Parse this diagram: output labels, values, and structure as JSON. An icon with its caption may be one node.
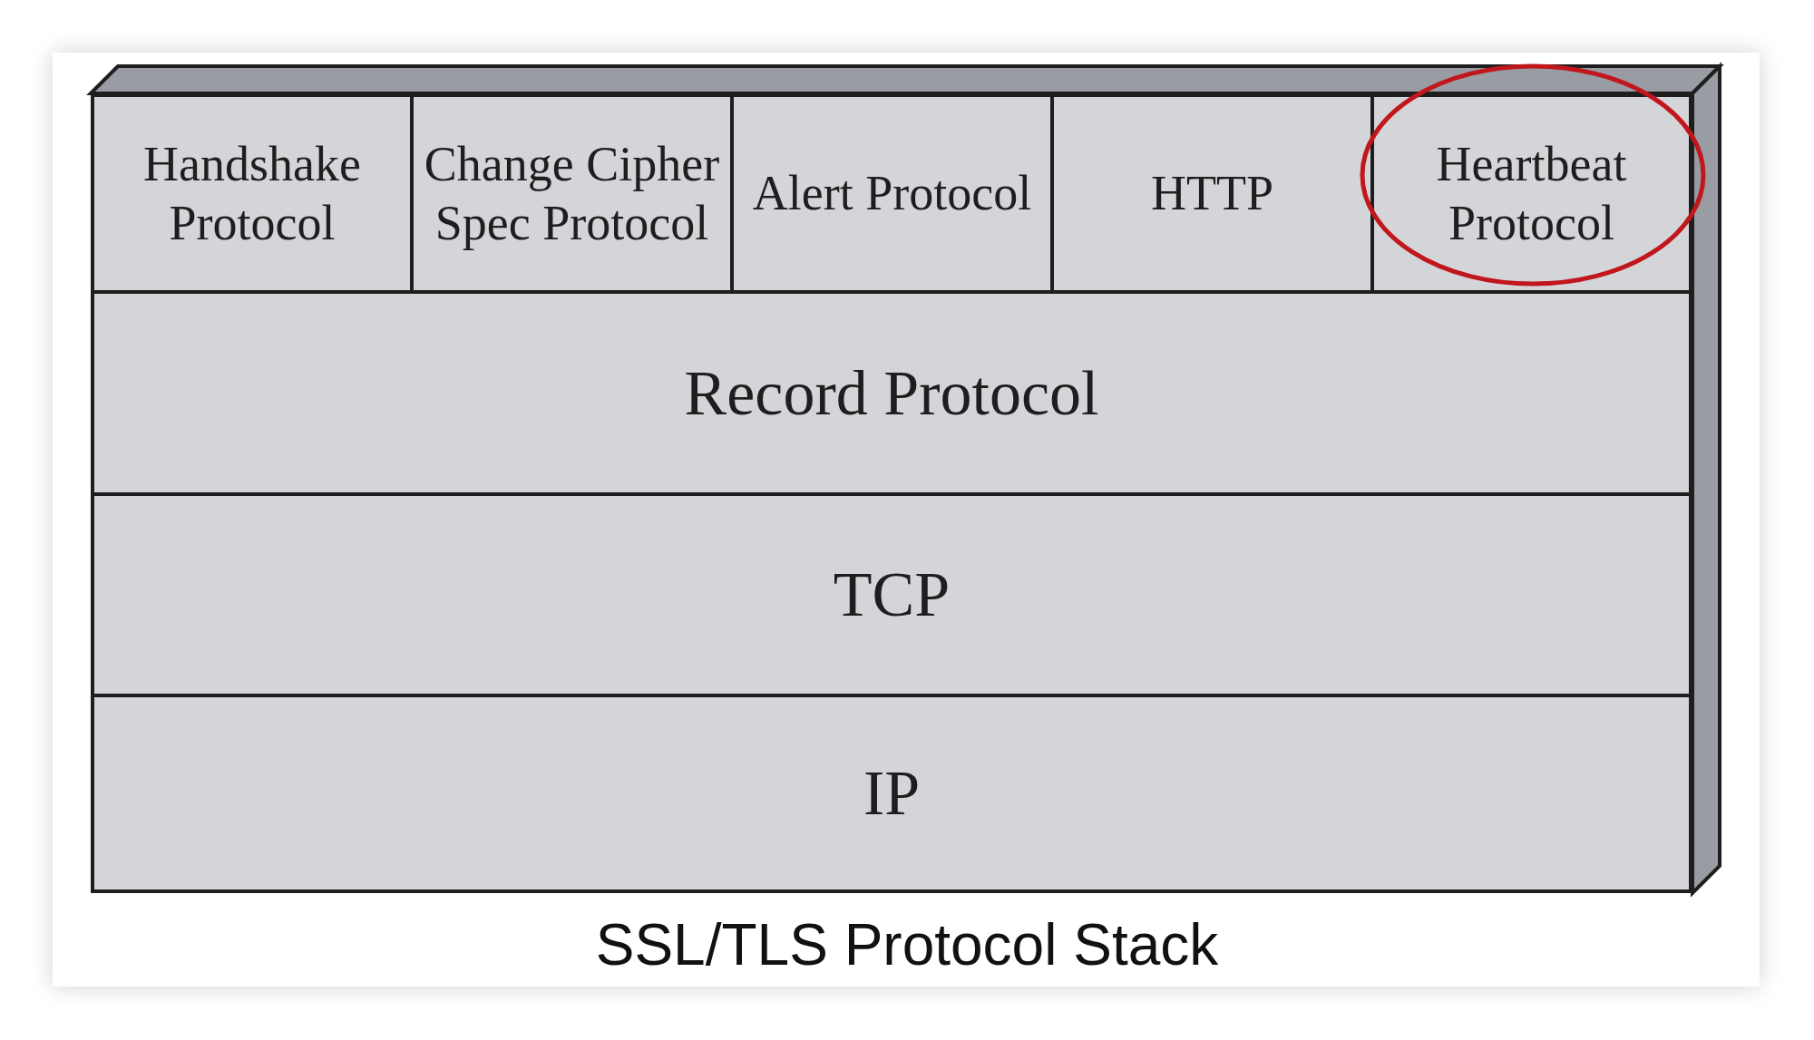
{
  "diagram": {
    "caption": "SSL/TLS Protocol Stack",
    "nodes": [
      {
        "text": [
          "Handshake Protocol"
        ]
      },
      {
        "text": [
          "Change Cipher Spec Protocol"
        ]
      },
      {
        "text": [
          "Alert Protocol"
        ]
      },
      {
        "text": [
          "HTTP"
        ]
      },
      {
        "text": [
          "Heartbeat Protocol"
        ]
      },
      {
        "text": [
          "Record Protocol"
        ]
      },
      {
        "text": [
          "TCP"
        ]
      },
      {
        "text": [
          "IP"
        ]
      }
    ],
    "edges": []
  }
}
